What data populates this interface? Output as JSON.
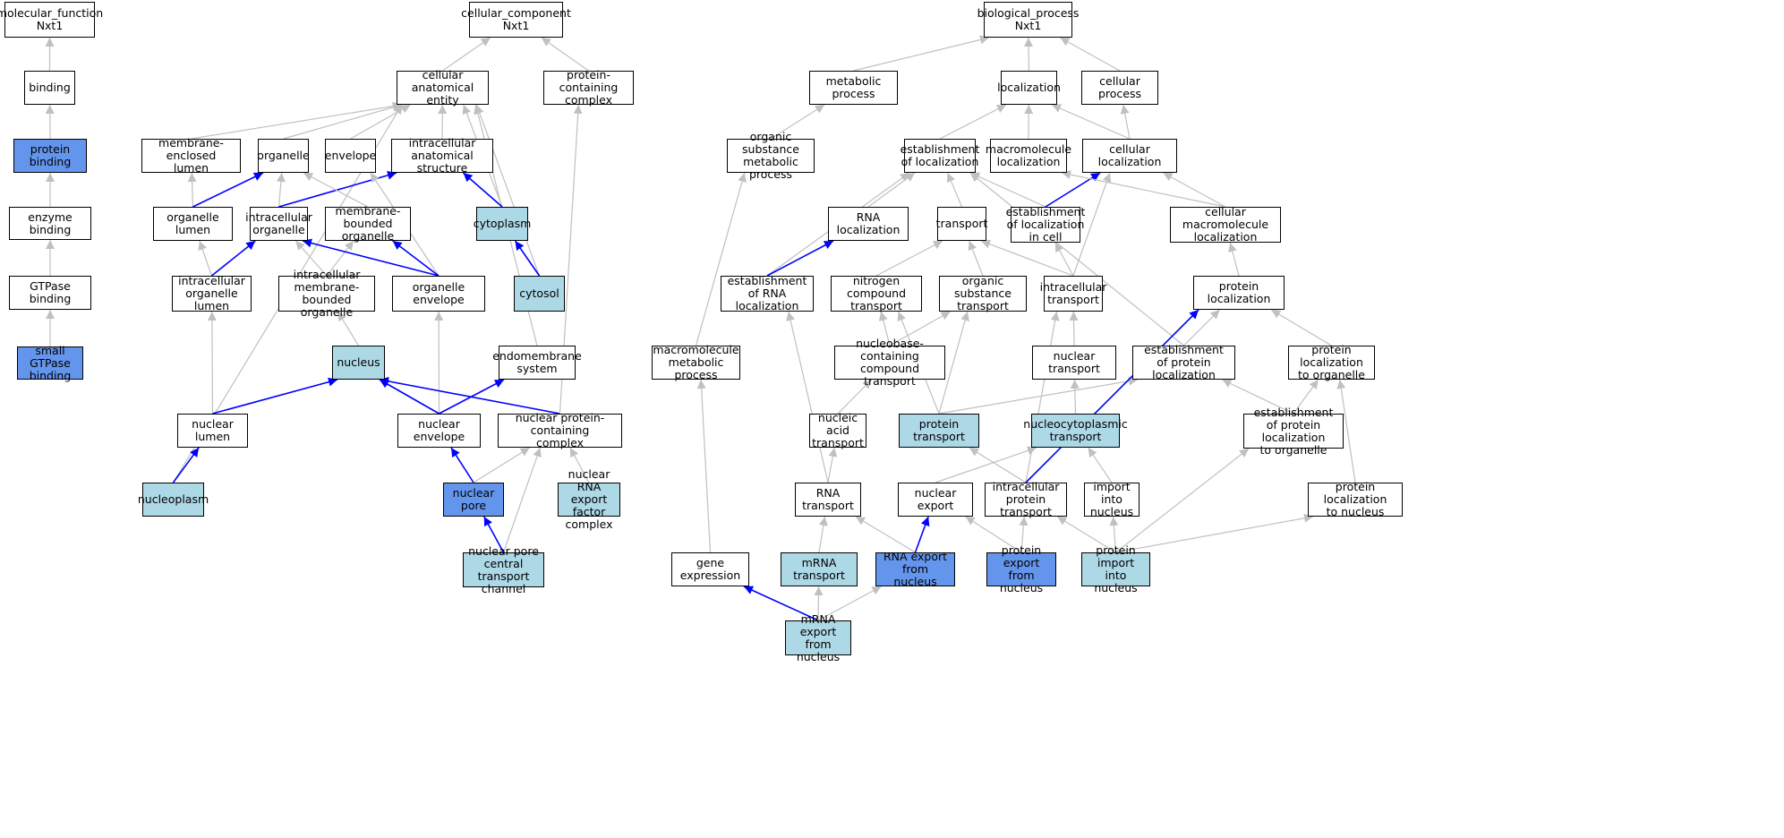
{
  "colors": {
    "white": "#ffffff",
    "light": "#add8e6",
    "dark": "#6495ed",
    "edge_gray": "#c0c0c0",
    "edge_blue": "#0000ff"
  },
  "nodes": [
    {
      "id": "mf",
      "label": "molecular_function\nNxt1",
      "fill": "white"
    },
    {
      "id": "binding",
      "label": "binding",
      "fill": "white"
    },
    {
      "id": "protein_binding",
      "label": "protein binding",
      "fill": "dark"
    },
    {
      "id": "enzyme_binding",
      "label": "enzyme binding",
      "fill": "white"
    },
    {
      "id": "gtpase_binding",
      "label": "GTPase binding",
      "fill": "white"
    },
    {
      "id": "small_gtpase",
      "label": "small GTPase\nbinding",
      "fill": "dark"
    },
    {
      "id": "cc",
      "label": "cellular_component\nNxt1",
      "fill": "white"
    },
    {
      "id": "cae",
      "label": "cellular anatomical\nentity",
      "fill": "white"
    },
    {
      "id": "pcc",
      "label": "protein-containing\ncomplex",
      "fill": "white"
    },
    {
      "id": "mel",
      "label": "membrane-enclosed\nlumen",
      "fill": "white"
    },
    {
      "id": "organelle",
      "label": "organelle",
      "fill": "white"
    },
    {
      "id": "envelope",
      "label": "envelope",
      "fill": "white"
    },
    {
      "id": "ias",
      "label": "intracellular\nanatomical structure",
      "fill": "white"
    },
    {
      "id": "organelle_lumen",
      "label": "organelle lumen",
      "fill": "white"
    },
    {
      "id": "io",
      "label": "intracellular\norganelle",
      "fill": "white"
    },
    {
      "id": "mbo",
      "label": "membrane-bounded\norganelle",
      "fill": "white"
    },
    {
      "id": "cytoplasm",
      "label": "cytoplasm",
      "fill": "light"
    },
    {
      "id": "iol",
      "label": "intracellular\norganelle lumen",
      "fill": "white"
    },
    {
      "id": "imbo",
      "label": "intracellular\nmembrane-bounded\norganelle",
      "fill": "white"
    },
    {
      "id": "oe",
      "label": "organelle envelope",
      "fill": "white"
    },
    {
      "id": "cytosol",
      "label": "cytosol",
      "fill": "light"
    },
    {
      "id": "nucleus",
      "label": "nucleus",
      "fill": "light"
    },
    {
      "id": "endo",
      "label": "endomembrane\nsystem",
      "fill": "white"
    },
    {
      "id": "nuclear_lumen",
      "label": "nuclear lumen",
      "fill": "white"
    },
    {
      "id": "ne",
      "label": "nuclear envelope",
      "fill": "white"
    },
    {
      "id": "npcc",
      "label": "nuclear protein-containing\ncomplex",
      "fill": "white"
    },
    {
      "id": "nucleoplasm",
      "label": "nucleoplasm",
      "fill": "light"
    },
    {
      "id": "nuclear_pore",
      "label": "nuclear pore",
      "fill": "dark"
    },
    {
      "id": "nrefc",
      "label": "nuclear RNA\nexport factor\ncomplex",
      "fill": "light"
    },
    {
      "id": "npctc",
      "label": "nuclear pore\ncentral transport\nchannel",
      "fill": "light"
    },
    {
      "id": "bp",
      "label": "biological_process\nNxt1",
      "fill": "white"
    },
    {
      "id": "metabolic",
      "label": "metabolic process",
      "fill": "white"
    },
    {
      "id": "localization",
      "label": "localization",
      "fill": "white"
    },
    {
      "id": "cellular_process",
      "label": "cellular process",
      "fill": "white"
    },
    {
      "id": "osmp",
      "label": "organic substance\nmetabolic process",
      "fill": "white"
    },
    {
      "id": "eol",
      "label": "establishment\nof localization",
      "fill": "white"
    },
    {
      "id": "ml",
      "label": "macromolecule\nlocalization",
      "fill": "white"
    },
    {
      "id": "cl",
      "label": "cellular localization",
      "fill": "white"
    },
    {
      "id": "rna_loc",
      "label": "RNA localization",
      "fill": "white"
    },
    {
      "id": "transport",
      "label": "transport",
      "fill": "white"
    },
    {
      "id": "eolc",
      "label": "establishment\nof localization\nin cell",
      "fill": "white"
    },
    {
      "id": "cml",
      "label": "cellular macromolecule\nlocalization",
      "fill": "white"
    },
    {
      "id": "erl",
      "label": "establishment\nof RNA localization",
      "fill": "white"
    },
    {
      "id": "nct",
      "label": "nitrogen compound\ntransport",
      "fill": "white"
    },
    {
      "id": "ost",
      "label": "organic substance\ntransport",
      "fill": "white"
    },
    {
      "id": "it",
      "label": "intracellular\ntransport",
      "fill": "white"
    },
    {
      "id": "pl",
      "label": "protein localization",
      "fill": "white"
    },
    {
      "id": "mmp",
      "label": "macromolecule\nmetabolic process",
      "fill": "white"
    },
    {
      "id": "ncct",
      "label": "nucleobase-containing\ncompound transport",
      "fill": "white"
    },
    {
      "id": "nuclear_transport",
      "label": "nuclear transport",
      "fill": "white"
    },
    {
      "id": "epl",
      "label": "establishment\nof protein localization",
      "fill": "white"
    },
    {
      "id": "plo",
      "label": "protein localization\nto organelle",
      "fill": "white"
    },
    {
      "id": "nat",
      "label": "nucleic acid\ntransport",
      "fill": "white"
    },
    {
      "id": "protein_transport",
      "label": "protein transport",
      "fill": "light"
    },
    {
      "id": "nct2",
      "label": "nucleocytoplasmic\ntransport",
      "fill": "light"
    },
    {
      "id": "eplo",
      "label": "establishment\nof protein localization\nto organelle",
      "fill": "white"
    },
    {
      "id": "rna_transport",
      "label": "RNA transport",
      "fill": "white"
    },
    {
      "id": "nuclear_export",
      "label": "nuclear export",
      "fill": "white"
    },
    {
      "id": "ipt",
      "label": "intracellular\nprotein transport",
      "fill": "white"
    },
    {
      "id": "iin",
      "label": "import into\nnucleus",
      "fill": "white"
    },
    {
      "id": "pln",
      "label": "protein localization\nto nucleus",
      "fill": "white"
    },
    {
      "id": "gene_expression",
      "label": "gene expression",
      "fill": "white"
    },
    {
      "id": "mrna_transport",
      "label": "mRNA transport",
      "fill": "light"
    },
    {
      "id": "refn",
      "label": "RNA export from\nnucleus",
      "fill": "dark"
    },
    {
      "id": "pefn",
      "label": "protein export\nfrom nucleus",
      "fill": "dark"
    },
    {
      "id": "piin",
      "label": "protein import\ninto nucleus",
      "fill": "light"
    },
    {
      "id": "mefn",
      "label": "mRNA export\nfrom nucleus",
      "fill": "light"
    }
  ],
  "edges": [
    [
      "binding",
      "mf",
      "gray"
    ],
    [
      "protein_binding",
      "binding",
      "gray"
    ],
    [
      "enzyme_binding",
      "protein_binding",
      "gray"
    ],
    [
      "gtpase_binding",
      "enzyme_binding",
      "gray"
    ],
    [
      "small_gtpase",
      "gtpase_binding",
      "gray"
    ],
    [
      "cae",
      "cc",
      "gray"
    ],
    [
      "pcc",
      "cc",
      "gray"
    ],
    [
      "mel",
      "cae",
      "gray"
    ],
    [
      "organelle",
      "cae",
      "gray"
    ],
    [
      "envelope",
      "cae",
      "gray"
    ],
    [
      "ias",
      "cae",
      "gray"
    ],
    [
      "cytoplasm",
      "cae",
      "gray"
    ],
    [
      "cytosol",
      "cae",
      "gray"
    ],
    [
      "endo",
      "cae",
      "gray"
    ],
    [
      "nucleoplasm",
      "cae",
      "gray"
    ],
    [
      "organelle_lumen",
      "mel",
      "gray"
    ],
    [
      "organelle_lumen",
      "organelle",
      "blue"
    ],
    [
      "io",
      "organelle",
      "gray"
    ],
    [
      "io",
      "ias",
      "blue"
    ],
    [
      "mbo",
      "organelle",
      "gray"
    ],
    [
      "cytoplasm",
      "ias",
      "blue"
    ],
    [
      "iol",
      "organelle_lumen",
      "gray"
    ],
    [
      "iol",
      "io",
      "blue"
    ],
    [
      "imbo",
      "io",
      "gray"
    ],
    [
      "imbo",
      "mbo",
      "gray"
    ],
    [
      "oe",
      "envelope",
      "gray"
    ],
    [
      "oe",
      "io",
      "blue"
    ],
    [
      "oe",
      "mbo",
      "blue"
    ],
    [
      "cytosol",
      "cytoplasm",
      "blue"
    ],
    [
      "nucleus",
      "imbo",
      "gray"
    ],
    [
      "nuclear_lumen",
      "iol",
      "gray"
    ],
    [
      "nuclear_lumen",
      "nucleus",
      "blue"
    ],
    [
      "ne",
      "oe",
      "gray"
    ],
    [
      "ne",
      "nucleus",
      "blue"
    ],
    [
      "ne",
      "endo",
      "blue"
    ],
    [
      "npcc",
      "nucleus",
      "blue"
    ],
    [
      "npcc",
      "pcc",
      "gray"
    ],
    [
      "nucleoplasm",
      "nuclear_lumen",
      "blue"
    ],
    [
      "nuclear_pore",
      "ne",
      "blue"
    ],
    [
      "nuclear_pore",
      "npcc",
      "gray"
    ],
    [
      "nrefc",
      "npcc",
      "gray"
    ],
    [
      "npctc",
      "npcc",
      "gray"
    ],
    [
      "npctc",
      "nuclear_pore",
      "blue"
    ],
    [
      "metabolic",
      "bp",
      "gray"
    ],
    [
      "localization",
      "bp",
      "gray"
    ],
    [
      "cellular_process",
      "bp",
      "gray"
    ],
    [
      "osmp",
      "metabolic",
      "gray"
    ],
    [
      "eol",
      "localization",
      "gray"
    ],
    [
      "ml",
      "localization",
      "gray"
    ],
    [
      "cl",
      "localization",
      "gray"
    ],
    [
      "cl",
      "cellular_process",
      "gray"
    ],
    [
      "rna_loc",
      "eol",
      "gray"
    ],
    [
      "transport",
      "eol",
      "gray"
    ],
    [
      "eolc",
      "eol",
      "gray"
    ],
    [
      "eolc",
      "cl",
      "blue"
    ],
    [
      "cml",
      "ml",
      "gray"
    ],
    [
      "cml",
      "cl",
      "gray"
    ],
    [
      "erl",
      "eol",
      "gray"
    ],
    [
      "erl",
      "rna_loc",
      "blue"
    ],
    [
      "nct",
      "transport",
      "gray"
    ],
    [
      "ost",
      "transport",
      "gray"
    ],
    [
      "it",
      "transport",
      "gray"
    ],
    [
      "it",
      "eolc",
      "gray"
    ],
    [
      "it",
      "cl",
      "gray"
    ],
    [
      "pl",
      "cml",
      "gray"
    ],
    [
      "mmp",
      "osmp",
      "gray"
    ],
    [
      "ncct",
      "nct",
      "gray"
    ],
    [
      "ncct",
      "ost",
      "gray"
    ],
    [
      "nuclear_transport",
      "it",
      "gray"
    ],
    [
      "epl",
      "eol",
      "gray"
    ],
    [
      "epl",
      "pl",
      "gray"
    ],
    [
      "plo",
      "pl",
      "gray"
    ],
    [
      "nat",
      "ncct",
      "gray"
    ],
    [
      "protein_transport",
      "nct",
      "gray"
    ],
    [
      "protein_transport",
      "ost",
      "gray"
    ],
    [
      "protein_transport",
      "epl",
      "gray"
    ],
    [
      "nct2",
      "nuclear_transport",
      "gray"
    ],
    [
      "eplo",
      "epl",
      "gray"
    ],
    [
      "eplo",
      "plo",
      "gray"
    ],
    [
      "rna_transport",
      "nat",
      "gray"
    ],
    [
      "rna_transport",
      "erl",
      "gray"
    ],
    [
      "nuclear_export",
      "nct2",
      "gray"
    ],
    [
      "ipt",
      "protein_transport",
      "gray"
    ],
    [
      "ipt",
      "it",
      "gray"
    ],
    [
      "ipt",
      "pl",
      "blue"
    ],
    [
      "iin",
      "nct2",
      "gray"
    ],
    [
      "pln",
      "plo",
      "gray"
    ],
    [
      "gene_expression",
      "mmp",
      "gray"
    ],
    [
      "mrna_transport",
      "rna_transport",
      "gray"
    ],
    [
      "refn",
      "rna_transport",
      "gray"
    ],
    [
      "refn",
      "nuclear_export",
      "blue"
    ],
    [
      "pefn",
      "nuclear_export",
      "gray"
    ],
    [
      "pefn",
      "ipt",
      "gray"
    ],
    [
      "piin",
      "ipt",
      "gray"
    ],
    [
      "piin",
      "iin",
      "gray"
    ],
    [
      "piin",
      "eplo",
      "gray"
    ],
    [
      "piin",
      "pln",
      "gray"
    ],
    [
      "mefn",
      "gene_expression",
      "blue"
    ],
    [
      "mefn",
      "mrna_transport",
      "gray"
    ],
    [
      "mefn",
      "refn",
      "gray"
    ]
  ]
}
